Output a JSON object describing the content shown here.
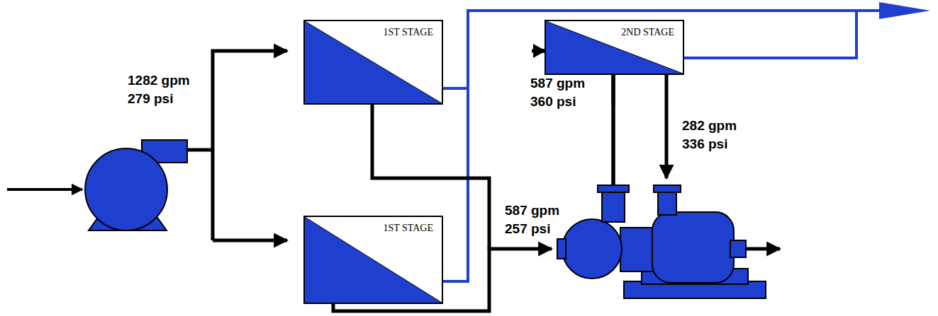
{
  "diagram": {
    "nodes": [
      {
        "text": [
          "1ST STAGE"
        ]
      },
      {
        "text": [
          "1ST STAGE"
        ]
      },
      {
        "text": [
          "2ND STAGE"
        ]
      }
    ],
    "labels": [
      "1282 gpm",
      "279 psi",
      "587 gpm",
      "360 psi",
      "282 gpm",
      "336 psi",
      "587 gpm",
      "257 psi"
    ]
  }
}
